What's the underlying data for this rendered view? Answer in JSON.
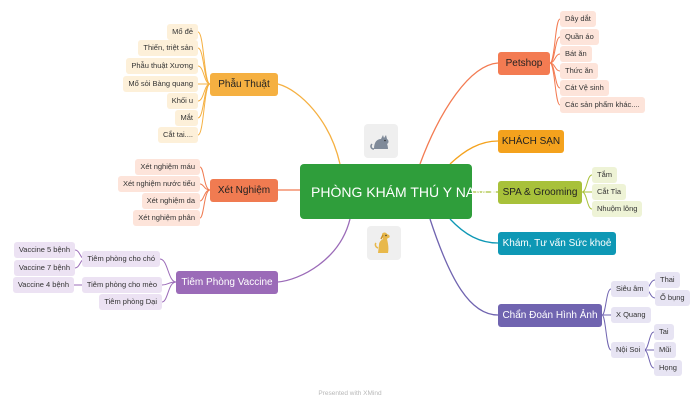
{
  "central_topic": "PHÒNG KHÁM THÚ Y NAM ĐỊNH",
  "branches": {
    "phau_thuat": {
      "label": "Phẫu Thuật",
      "items": [
        "Mổ đẻ",
        "Thiến, triệt sản",
        "Phẫu thuật Xương",
        "Mổ sỏi Bàng quang",
        "Khối u",
        "Mắt",
        "Cắt tai...."
      ]
    },
    "xet_nghiem": {
      "label": "Xét Nghiệm",
      "items": [
        "Xét nghiệm máu",
        "Xét nghiệm nước tiểu",
        "Xét nghiệm da",
        "Xét nghiệm phân"
      ]
    },
    "tiem_phong": {
      "label": "Tiêm Phòng Vaccine",
      "cho_label": "Tiêm phòng cho chó",
      "cho_items": [
        "Vaccine 5 bệnh",
        "Vaccine 7 bệnh"
      ],
      "meo_label": "Tiêm phòng cho mèo",
      "meo_items": [
        "Vaccine 4 bệnh"
      ],
      "dai_label": "Tiêm phòng Dại"
    },
    "petshop": {
      "label": "Petshop",
      "items": [
        "Dây dắt",
        "Quần áo",
        "Bát ăn",
        "Thức ăn",
        "Cát Vệ sinh",
        "Các sản phẩm khác...."
      ]
    },
    "khach_san": {
      "label": "KHÁCH SẠN"
    },
    "spa": {
      "label": "SPA & Grooming",
      "items": [
        "Tắm",
        "Cắt Tỉa",
        "Nhuộm lông"
      ]
    },
    "kham": {
      "label": "Khám, Tư vấn Sức khoẻ"
    },
    "chan_doan": {
      "label": "Chẩn Đoán Hình Ảnh",
      "sieu_am": "Siêu âm",
      "sieu_am_items": [
        "Thai",
        "Ổ bụng"
      ],
      "x_quang": "X Quang",
      "noi_soi": "Nội Soi",
      "noi_soi_items": [
        "Tai",
        "Mũi",
        "Họng"
      ]
    }
  },
  "icons": {
    "top": "cat-icon",
    "bottom": "dog-icon"
  },
  "footer": "Presented with XMind",
  "colors": {
    "central": "#2f9e3b",
    "phau_thuat": "#f5b041",
    "xet_nghiem": "#f07b51",
    "tiem_phong": "#9b6bb8",
    "petshop": "#f37b52",
    "khach_san": "#f4a21d",
    "spa": "#a8c13a",
    "kham": "#0e98b5",
    "chan_doan": "#7064b0"
  }
}
